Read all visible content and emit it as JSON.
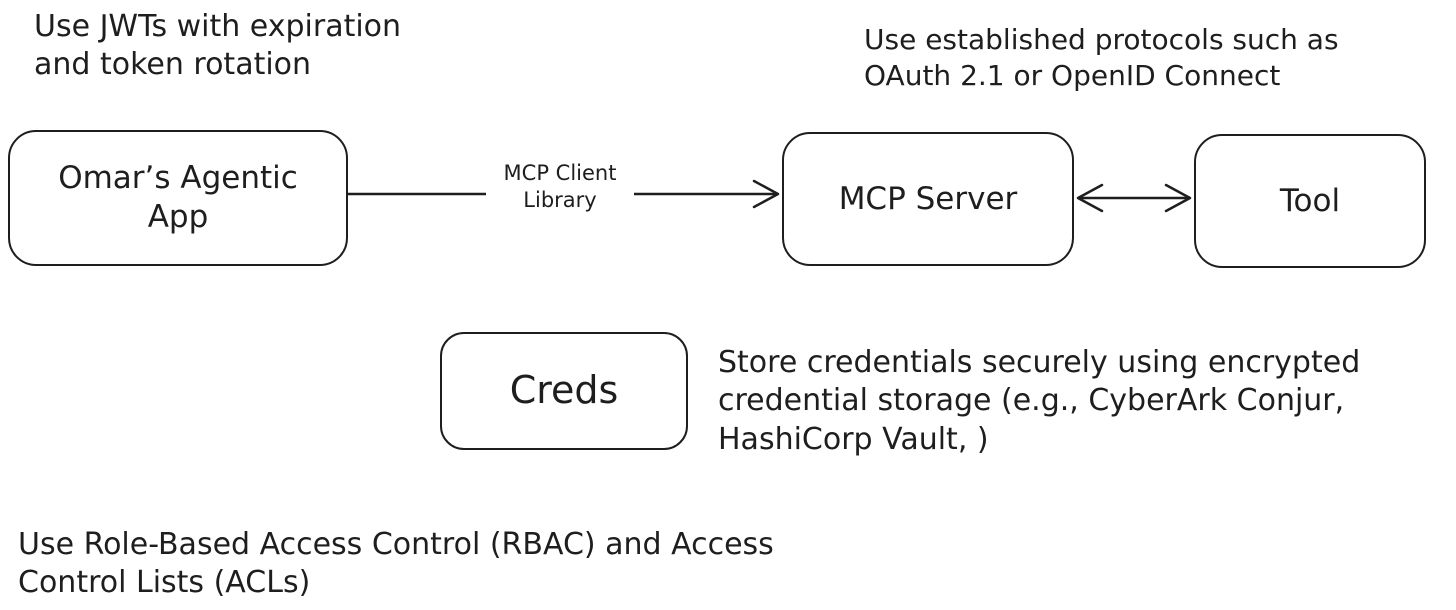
{
  "notes": {
    "jwt": [
      "Use JWTs with expiration",
      "and token rotation"
    ],
    "protocols": [
      "Use established protocols such as",
      "OAuth 2.1 or OpenID Connect"
    ],
    "creds_storage": [
      "Store credentials securely using encrypted",
      "credential storage (e.g., CyberArk Conjur,",
      "HashiCorp Vault, )"
    ],
    "rbac": [
      "Use Role-Based Access Control (RBAC) and Access",
      "Control Lists (ACLs)"
    ]
  },
  "nodes": {
    "app": [
      "Omar’s Agentic",
      "App"
    ],
    "mcp_server": "MCP Server",
    "tool": "Tool",
    "creds": "Creds"
  },
  "edges": {
    "client_library": [
      "MCP Client",
      "Library"
    ]
  },
  "colors": {
    "stroke": "#1e1e1e",
    "background": "#ffffff"
  }
}
